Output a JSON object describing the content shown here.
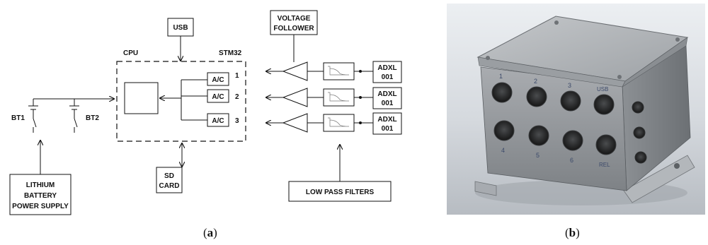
{
  "diagram": {
    "usb": "USB",
    "voltage_follower": [
      "VOLTAGE",
      "FOLLOWER"
    ],
    "cpu": "CPU",
    "stm32": "STM32",
    "adc": [
      "A/C",
      "A/C",
      "A/C"
    ],
    "channels": [
      "1",
      "2",
      "3"
    ],
    "sensors": [
      [
        "ADXL",
        "001"
      ],
      [
        "ADXL",
        "001"
      ],
      [
        "ADXL",
        "001"
      ]
    ],
    "bt1": "BT1",
    "bt2": "BT2",
    "power_supply": [
      "LITHIUM",
      "BATTERY",
      "POWER SUPPLY"
    ],
    "sd_card": [
      "SD",
      "CARD"
    ],
    "low_pass_filters": "LOW PASS FILTERS"
  },
  "photo": {
    "connector_labels_top": [
      "1",
      "2",
      "3",
      "USB"
    ],
    "connector_labels_bottom": [
      "4",
      "5",
      "6",
      "REL"
    ]
  },
  "captions": {
    "a": "a",
    "b": "b"
  }
}
